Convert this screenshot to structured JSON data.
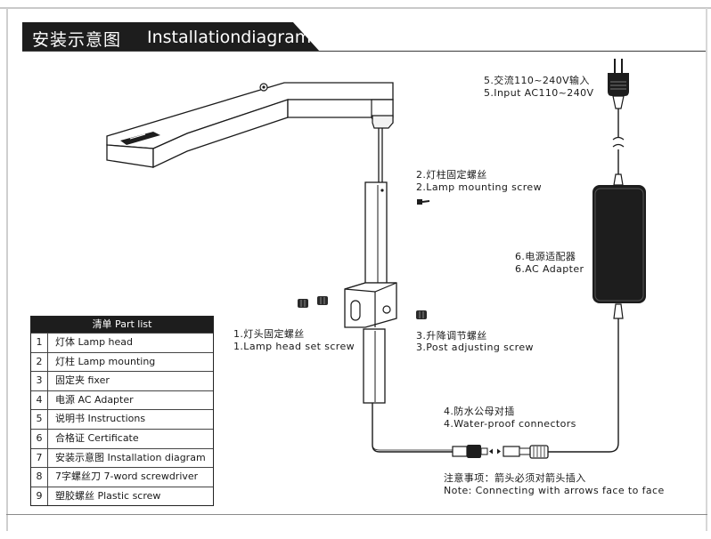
{
  "title": {
    "zh": "安装示意图",
    "en": "Installationdiagram"
  },
  "labels": {
    "input_zh": "5.交流110~240V输入",
    "input_en": "5.Input AC110~240V",
    "mount_screw_zh": "2.灯柱固定螺丝",
    "mount_screw_en": "2.Lamp mounting screw",
    "adapter_zh": "6.电源适配器",
    "adapter_en": "6.AC Adapter",
    "head_screw_zh": "1.灯头固定螺丝",
    "head_screw_en": "1.Lamp head set screw",
    "post_screw_zh": "3.升降调节螺丝",
    "post_screw_en": "3.Post adjusting screw",
    "connectors_zh": "4.防水公母对插",
    "connectors_en": "4.Water-proof connectors",
    "note_zh": "注意事项：箭头必须对箭头插入",
    "note_en": "Note: Connecting with arrows face to face"
  },
  "parts_list": {
    "header": "清单 Part list",
    "rows": [
      {
        "num": "1",
        "text": "灯体   Lamp head"
      },
      {
        "num": "2",
        "text": "灯柱   Lamp mounting"
      },
      {
        "num": "3",
        "text": "固定夹 fixer"
      },
      {
        "num": "4",
        "text": "电源  AC Adapter"
      },
      {
        "num": "5",
        "text": "说明书  Instructions"
      },
      {
        "num": "6",
        "text": "合格证  Certificate"
      },
      {
        "num": "7",
        "text": "安装示意图  Installation diagram"
      },
      {
        "num": "8",
        "text": "7字螺丝刀  7-word screwdriver"
      },
      {
        "num": "9",
        "text": "塑胶螺丝  Plastic screw"
      }
    ]
  }
}
